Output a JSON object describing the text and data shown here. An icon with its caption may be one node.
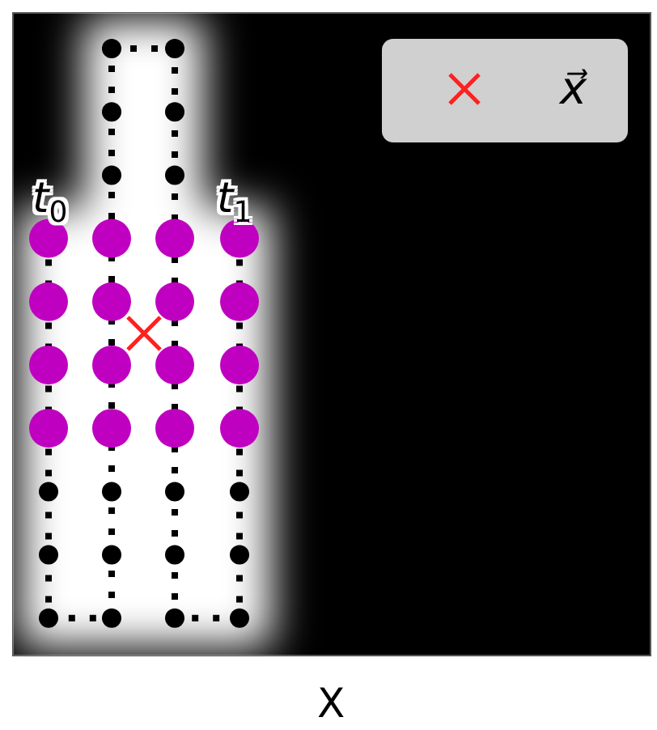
{
  "diagram": {
    "labels": [
      "t$_{0}$",
      "t$_{1}$",
      "X"
    ],
    "legend": [
      {
        "text": "x⃗"
      }
    ]
  }
}
